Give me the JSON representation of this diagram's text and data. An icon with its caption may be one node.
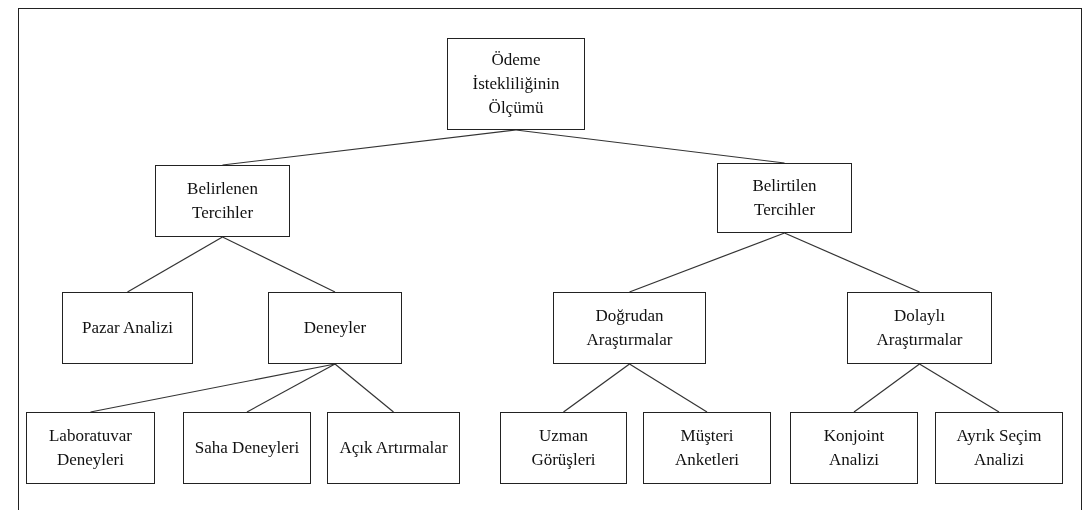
{
  "diagram": {
    "nodes": [
      {
        "text": [
          "Ödeme İstekliliğinin Ölçümü"
        ]
      },
      {
        "text": [
          "Belirlenen Tercihler"
        ]
      },
      {
        "text": [
          "Belirtilen Tercihler"
        ]
      },
      {
        "text": [
          "Pazar Analizi"
        ]
      },
      {
        "text": [
          "Deneyler"
        ]
      },
      {
        "text": [
          "Doğrudan Araştırmalar"
        ]
      },
      {
        "text": [
          "Dolaylı Araştırmalar"
        ]
      },
      {
        "text": [
          "Laboratuvar Deneyleri"
        ]
      },
      {
        "text": [
          "Saha Deneyleri"
        ]
      },
      {
        "text": [
          "Açık Artırmalar"
        ]
      },
      {
        "text": [
          "Uzman Görüşleri"
        ]
      },
      {
        "text": [
          "Müşteri Anketleri"
        ]
      },
      {
        "text": [
          "Konjoint Analizi"
        ]
      },
      {
        "text": [
          "Ayrık Seçim Analizi"
        ]
      }
    ],
    "edges": [
      {
        "from": 0,
        "to": 1,
        "arrow": "none"
      },
      {
        "from": 0,
        "to": 2,
        "arrow": "none"
      },
      {
        "from": 1,
        "to": 3,
        "arrow": "none"
      },
      {
        "from": 1,
        "to": 4,
        "arrow": "none"
      },
      {
        "from": 2,
        "to": 5,
        "arrow": "none"
      },
      {
        "from": 2,
        "to": 6,
        "arrow": "none"
      },
      {
        "from": 4,
        "to": 7,
        "arrow": "none"
      },
      {
        "from": 4,
        "to": 8,
        "arrow": "none"
      },
      {
        "from": 4,
        "to": 9,
        "arrow": "none"
      },
      {
        "from": 5,
        "to": 10,
        "arrow": "none"
      },
      {
        "from": 5,
        "to": 11,
        "arrow": "none"
      },
      {
        "from": 6,
        "to": 12,
        "arrow": "none"
      },
      {
        "from": 6,
        "to": 13,
        "arrow": "none"
      }
    ]
  }
}
